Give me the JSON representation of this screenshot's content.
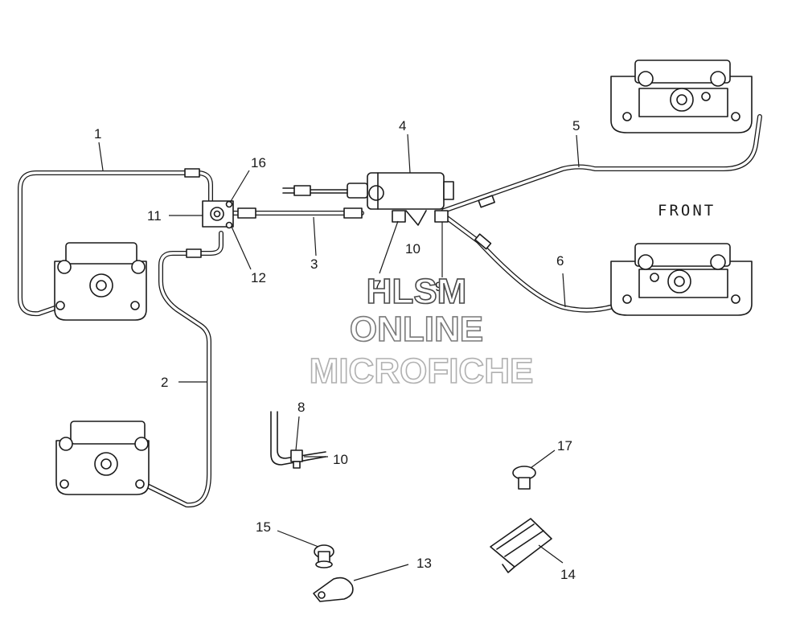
{
  "diagram": {
    "front_label": "FRONT",
    "watermark": [
      "HLSM",
      "ONLINE",
      "MICROFICHE"
    ],
    "callouts": {
      "c1": "1",
      "c2": "2",
      "c3": "3",
      "c4": "4",
      "c5": "5",
      "c6": "6",
      "c7": "7",
      "c8": "8",
      "c9": "9",
      "c10a": "10",
      "c10b": "10",
      "c11": "11",
      "c12": "12",
      "c13": "13",
      "c14": "14",
      "c15": "15",
      "c16": "16",
      "c17": "17"
    }
  }
}
